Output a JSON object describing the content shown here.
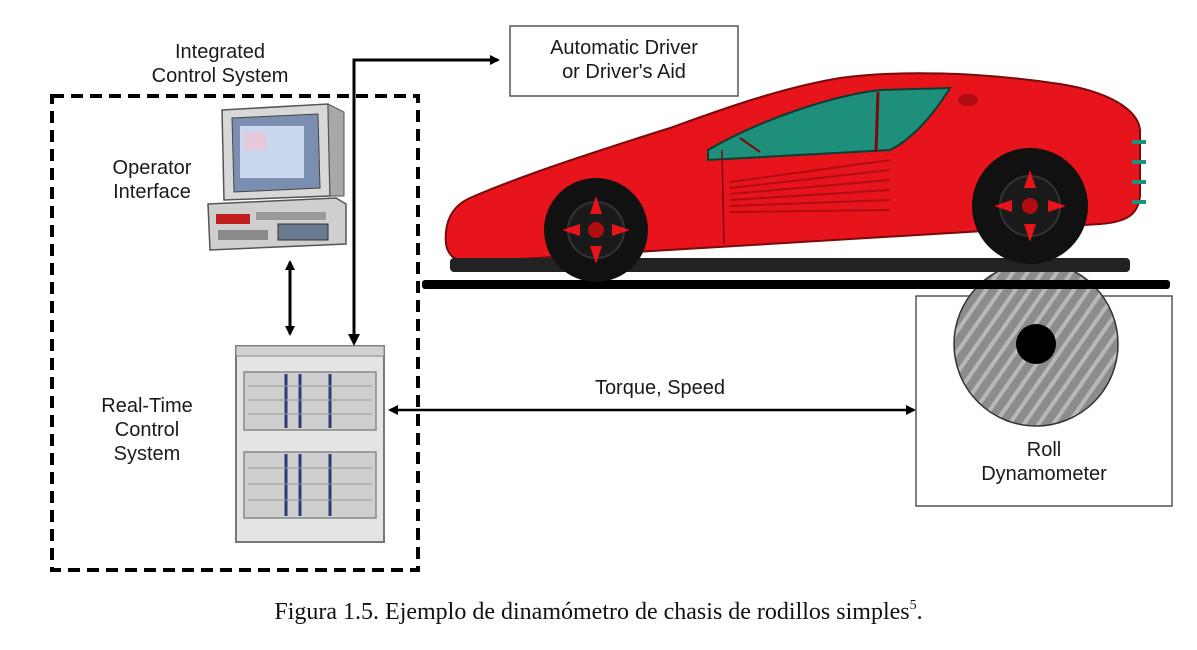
{
  "diagram": {
    "integrated_control_system": {
      "line1": "Integrated",
      "line2": "Control System"
    },
    "operator_interface": {
      "line1": "Operator",
      "line2": "Interface"
    },
    "real_time_control_system": {
      "line1": "Real-Time",
      "line2": "Control",
      "line3": "System"
    },
    "automatic_driver": {
      "line1": "Automatic Driver",
      "line2": "or Driver's Aid"
    },
    "torque_speed": "Torque, Speed",
    "roll_dynamometer": {
      "line1": "Roll",
      "line2": "Dynamometer"
    }
  },
  "caption": {
    "text": "Figura 1.5. Ejemplo de dinamómetro de chasis de rodillos simples",
    "superscript": "5",
    "suffix": "."
  },
  "colors": {
    "car_body": "#e8141b",
    "car_shade": "#b00d12",
    "glass": "#1e8f7a",
    "tire": "#111111",
    "roller": "#8a8a8a",
    "line": "#000000"
  }
}
